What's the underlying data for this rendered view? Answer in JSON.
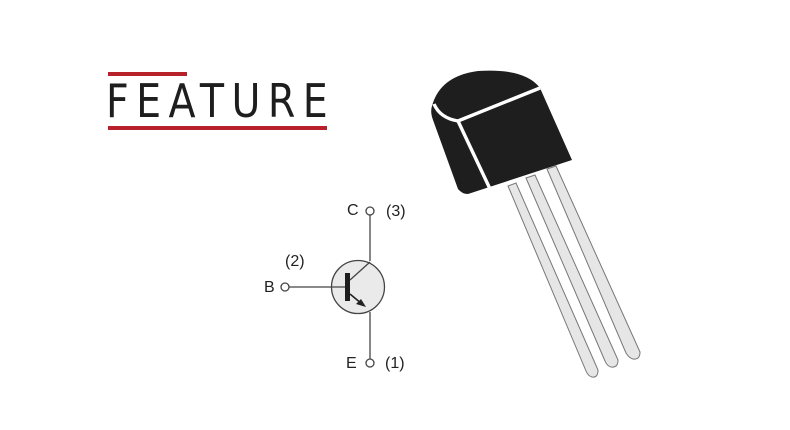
{
  "title": {
    "text": "FEATURE",
    "accent_color": "#b8202a",
    "text_color": "#1e1e1e"
  },
  "symbol": {
    "type": "npn-transistor-symbol",
    "fill_color": "#eaeaea",
    "pins": {
      "collector": {
        "letter": "C",
        "number": "(3)"
      },
      "base": {
        "letter": "B",
        "number": "(2)"
      },
      "emitter": {
        "letter": "E",
        "number": "(1)"
      }
    }
  },
  "package": {
    "type": "TO-92",
    "body_color": "#1e1e1e",
    "lead_color": "#e6e6e6",
    "lead_count": 3
  }
}
